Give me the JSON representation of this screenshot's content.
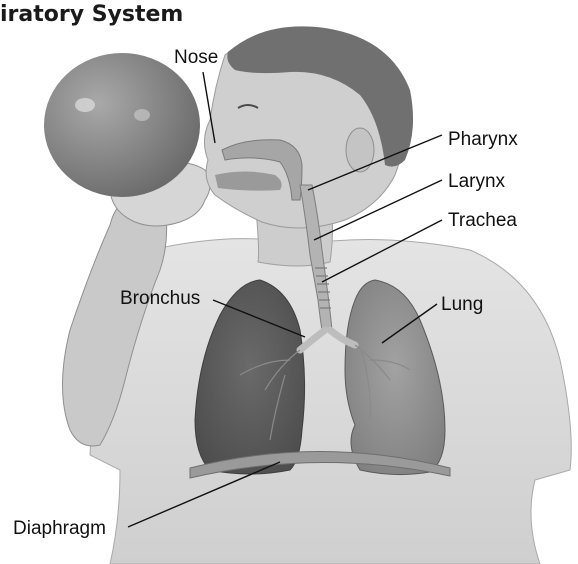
{
  "title": "iratory System",
  "labels": {
    "nose": "Nose",
    "pharynx": "Pharynx",
    "larynx": "Larynx",
    "trachea": "Trachea",
    "bronchus": "Bronchus",
    "lung": "Lung",
    "diaphragm": "Diaphragm"
  },
  "colors": {
    "balloon": "#8c8c8c",
    "skin": "#cfcfcf",
    "hair": "#6f6f6f",
    "shirt": "#d9d9d9",
    "lung_left": "#5e5e5e",
    "lung_right": "#8e8e8e",
    "airway": "#b0b0b0",
    "diaphragm": "#9a9a9a"
  }
}
